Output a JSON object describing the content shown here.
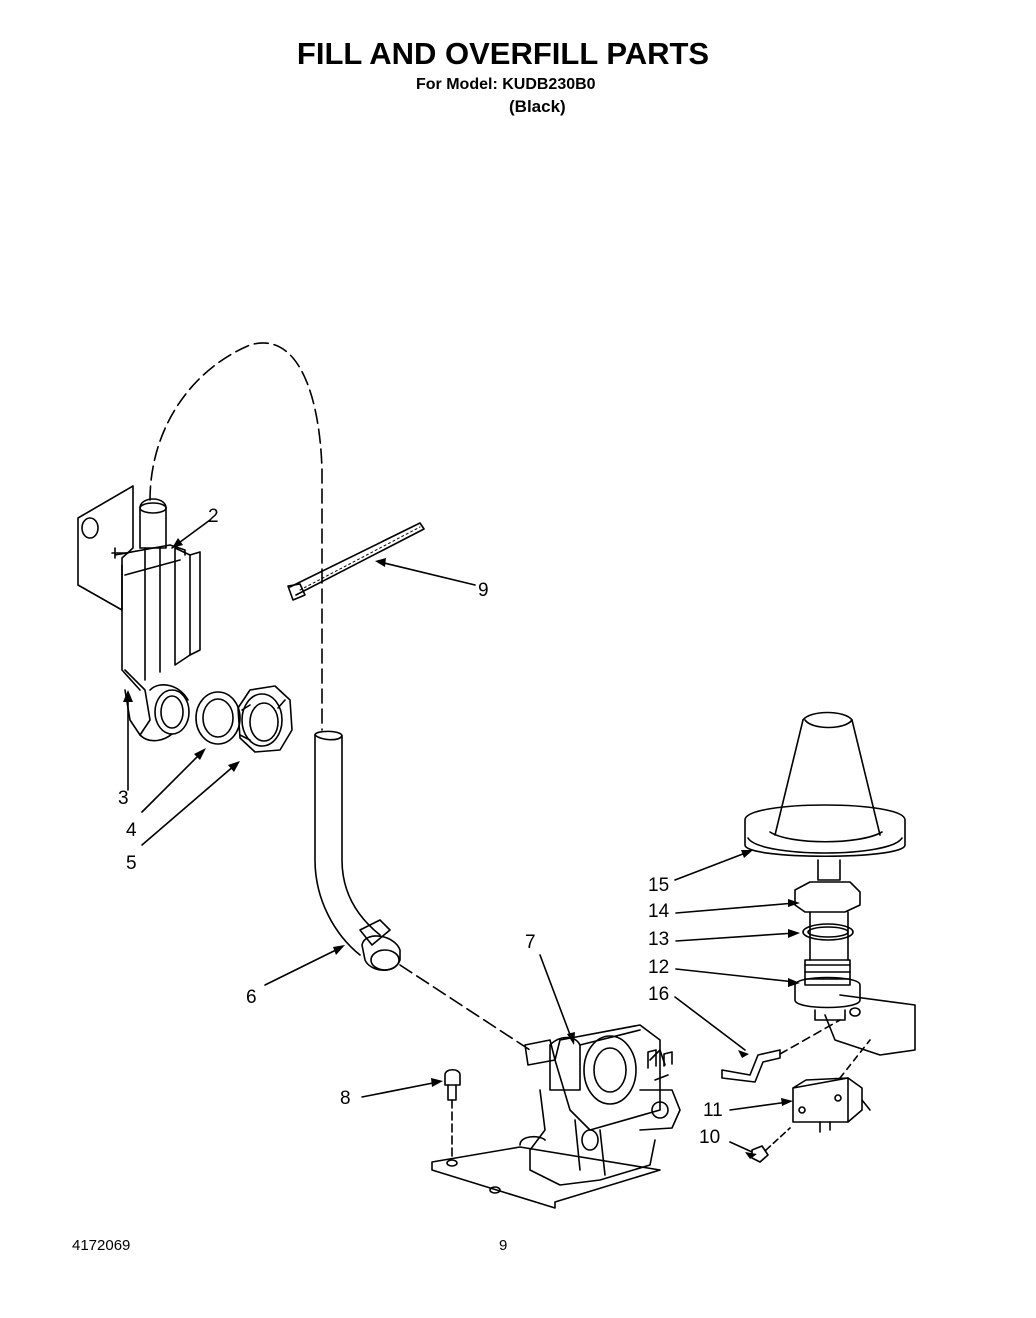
{
  "header": {
    "title": "FILL AND OVERFILL PARTS",
    "model_line": "For Model: KUDB230B0",
    "color_line": "(Black)"
  },
  "footer": {
    "doc_number": "4172069",
    "page_number": "9"
  },
  "callouts": {
    "c2": "2",
    "c3": "3",
    "c4": "4",
    "c5": "5",
    "c6": "6",
    "c7": "7",
    "c8": "8",
    "c9": "9",
    "c10": "10",
    "c11": "11",
    "c12": "12",
    "c13": "13",
    "c14": "14",
    "c15": "15",
    "c16": "16"
  }
}
